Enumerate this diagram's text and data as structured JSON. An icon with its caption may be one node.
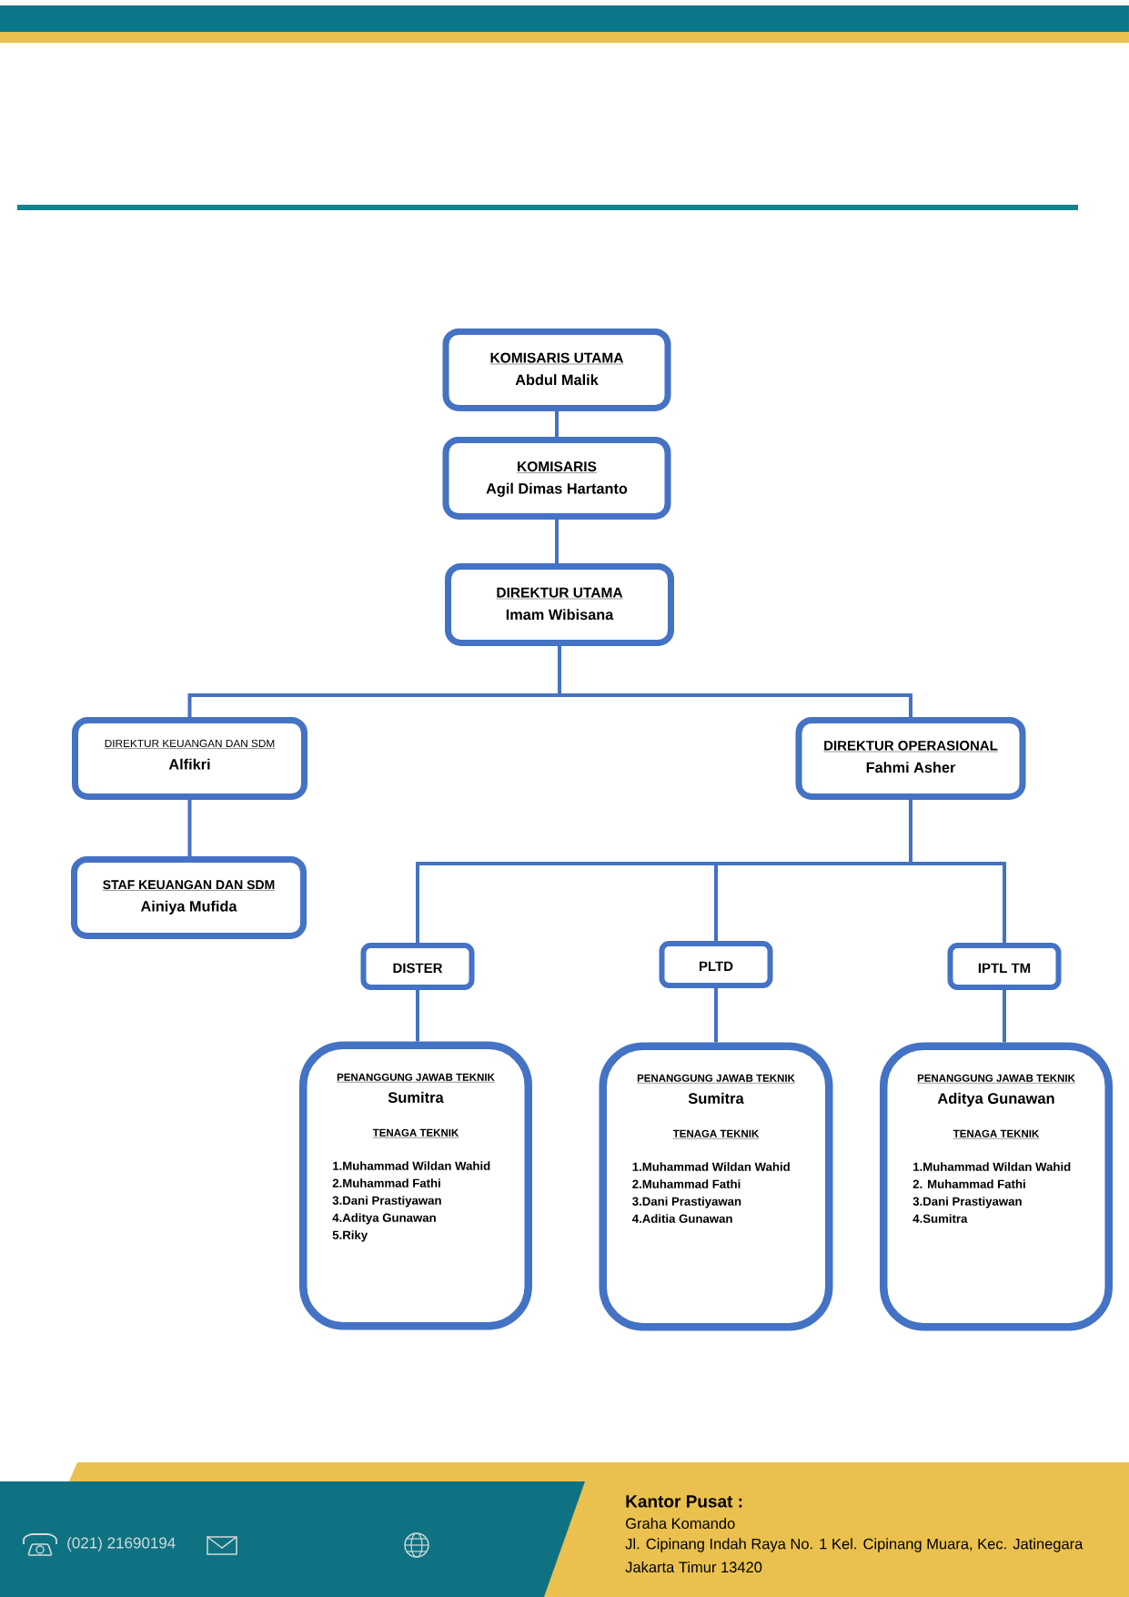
{
  "diagram": {
    "nodes": [
      {
        "text": [
          "KOMISARIS UTAMA",
          "Abdul Malik"
        ]
      },
      {
        "text": [
          "KOMISARIS",
          "Agil Dimas Hartanto"
        ]
      },
      {
        "text": [
          "DIREKTUR UTAMA",
          "Imam Wibisana"
        ]
      },
      {
        "text": [
          "DIREKTUR KEUANGAN DAN SDM",
          "Alfikri"
        ]
      },
      {
        "text": [
          "DIREKTUR OPERASIONAL",
          "Fahmi Asher"
        ]
      },
      {
        "text": [
          "STAF KEUANGAN DAN SDM",
          "Ainiya Mufida"
        ]
      },
      {
        "text": [
          "DISTER"
        ]
      },
      {
        "text": [
          "PLTD"
        ]
      },
      {
        "text": [
          "IPTL TM"
        ]
      },
      {
        "text": [
          "PENANGGUNG JAWAB TEKNIK",
          "Sumitra",
          "TENAGA TEKNIK",
          "1.Muhammad Wildan Wahid",
          "2.Muhammad Fathi",
          "3.Dani Prastiyawan",
          "4.Aditya Gunawan",
          "5.Riky"
        ]
      },
      {
        "text": [
          "PENANGGUNG JAWAB TEKNIK",
          "Sumitra",
          "TENAGA TEKNIK",
          "1.Muhammad Wildan Wahid",
          "2.Muhammad Fathi",
          "3.Dani Prastiyawan",
          "4.Aditia Gunawan"
        ]
      },
      {
        "text": [
          "PENANGGUNG JAWAB TEKNIK",
          "Aditya Gunawan",
          "TENAGA TEKNIK",
          "1.Muhammad Wildan Wahid",
          "2. Muhammad Fathi",
          "3.Dani Prastiyawan",
          "4.Sumitra"
        ]
      }
    ],
    "edges": [
      {
        "from": 0,
        "to": 1,
        "arrow": "none"
      },
      {
        "from": 1,
        "to": 2,
        "arrow": "none"
      },
      {
        "from": 2,
        "to": 3,
        "arrow": "none"
      },
      {
        "from": 2,
        "to": 4,
        "arrow": "none"
      },
      {
        "from": 3,
        "to": 5,
        "arrow": "none"
      },
      {
        "from": 4,
        "to": 6,
        "arrow": "none"
      },
      {
        "from": 4,
        "to": 7,
        "arrow": "none"
      },
      {
        "from": 4,
        "to": 8,
        "arrow": "none"
      },
      {
        "from": 6,
        "to": 9,
        "arrow": "none"
      },
      {
        "from": 7,
        "to": 10,
        "arrow": "none"
      },
      {
        "from": 8,
        "to": 11,
        "arrow": "none"
      }
    ],
    "labels": [
      "(021) 21690194",
      "Kantor Pusat :",
      "Graha Komando",
      "Jl. Cipinang Indah Raya No. 1 Kel. Cipinang Muara, Kec. Jatinegara",
      "Jakarta Timur 13420"
    ]
  }
}
